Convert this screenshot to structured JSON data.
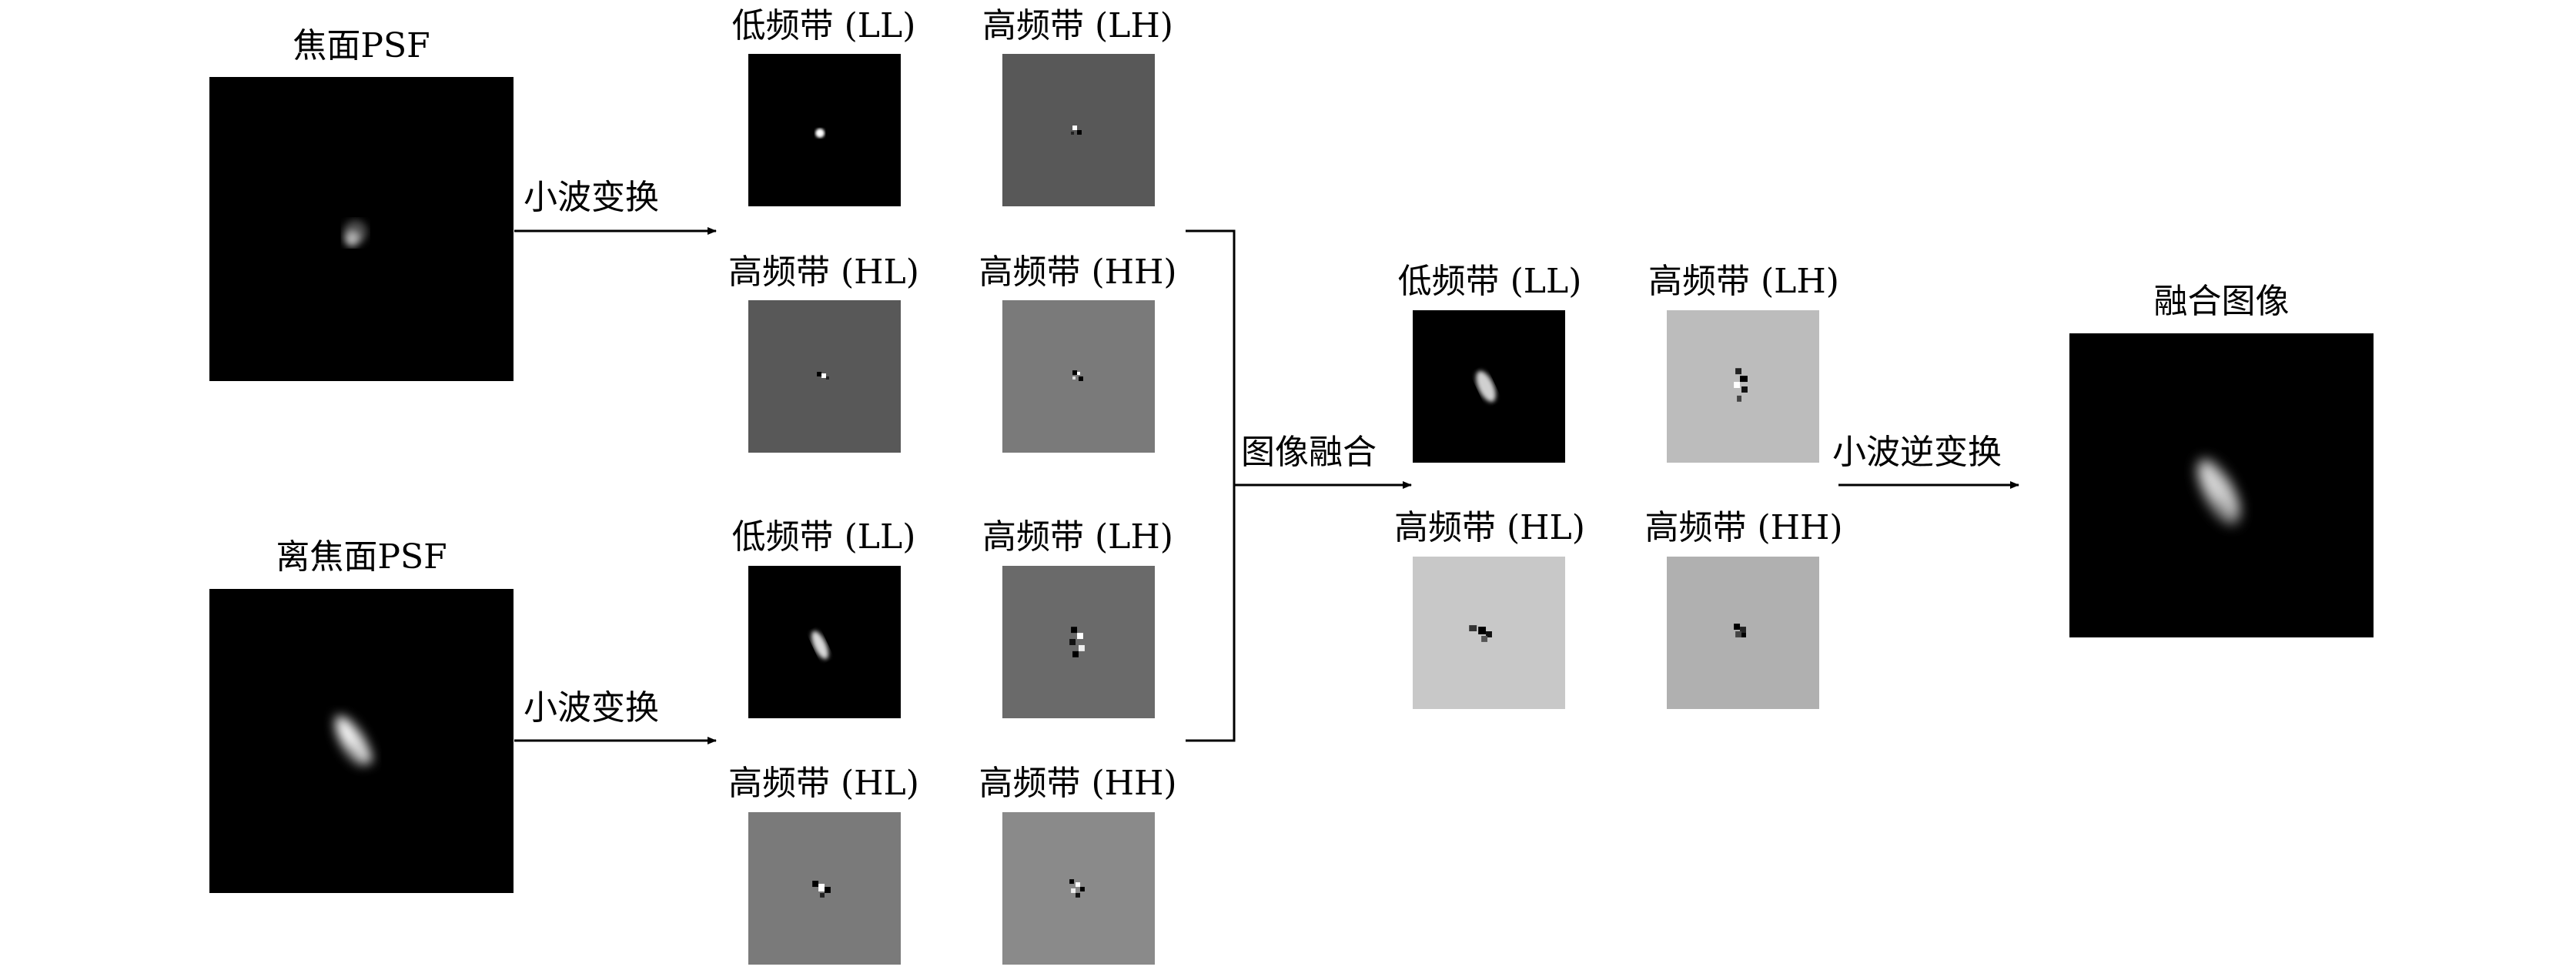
{
  "inputs": {
    "focal_label": "焦面PSF",
    "defocal_label": "离焦面PSF"
  },
  "arrows": {
    "wavelet_top": "小波变换",
    "wavelet_bottom": "小波变换",
    "fusion": "图像融合",
    "inverse": "小波逆变换"
  },
  "subbands": {
    "ll": "低频带 (LL)",
    "lh": "高频带 (LH)",
    "hl": "高频带 (HL)",
    "hh": "高频带 (HH)"
  },
  "output": {
    "label": "融合图像"
  },
  "colors": {
    "ink": "#000000",
    "black_bg": "#000000",
    "gray_dark": "#585858",
    "gray_mid": "#6a6a6a",
    "gray_light": "#7a7a7a",
    "gray_pale": "#bcbcbc",
    "gray_paler": "#c8c8c8",
    "gray_fusion": "#b0b0b0"
  }
}
